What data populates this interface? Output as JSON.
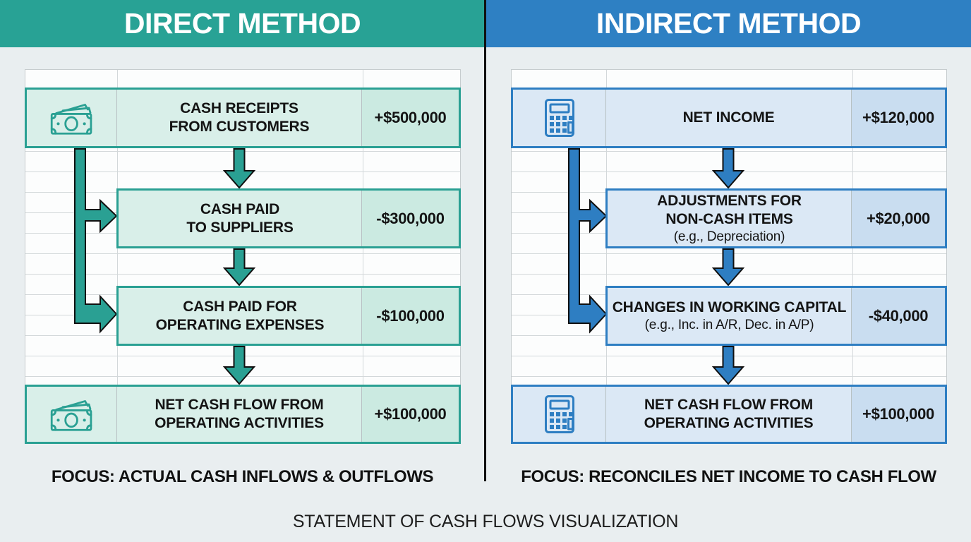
{
  "caption": "STATEMENT OF CASH FLOWS VISUALIZATION",
  "colors": {
    "teal_header": "#28a295",
    "teal_border": "#2aa093",
    "teal_box_fill": "#d9efe9",
    "teal_value_fill": "#cbeae1",
    "blue_header": "#2e80c3",
    "blue_border": "#2e7ec2",
    "blue_box_fill": "#dbe8f5",
    "blue_value_fill": "#c9ddf0",
    "background": "#e9eef0",
    "divider": "#101010"
  },
  "direct": {
    "title": "DIRECT METHOD",
    "focus_label": "FOCUS:",
    "focus_text": " ACTUAL CASH INFLOWS & OUTFLOWS",
    "boxes": [
      {
        "icon": "cash-icon",
        "label": "CASH RECEIPTS\nFROM CUSTOMERS",
        "value": "+$500,000"
      },
      {
        "label": "CASH PAID\nTO SUPPLIERS",
        "value": "-$300,000"
      },
      {
        "label": "CASH PAID FOR\nOPERATING EXPENSES",
        "value": "-$100,000"
      },
      {
        "icon": "cash-icon",
        "label": "NET CASH FLOW FROM\nOPERATING ACTIVITIES",
        "value": "+$100,000"
      }
    ]
  },
  "indirect": {
    "title": "INDIRECT METHOD",
    "focus_label": "FOCUS:",
    "focus_text": " RECONCILES NET INCOME TO CASH FLOW",
    "boxes": [
      {
        "icon": "calculator-icon",
        "label": "NET INCOME",
        "value": "+$120,000"
      },
      {
        "label": "ADJUSTMENTS FOR\nNON-CASH ITEMS",
        "note": "(e.g., Depreciation)",
        "value": "+$20,000"
      },
      {
        "label": "CHANGES IN WORKING CAPITAL",
        "note": "(e.g., Inc. in A/R, Dec. in A/P)",
        "value": "-$40,000"
      },
      {
        "icon": "calculator-icon",
        "label": "NET CASH FLOW FROM\nOPERATING ACTIVITIES",
        "value": "+$100,000"
      }
    ]
  }
}
